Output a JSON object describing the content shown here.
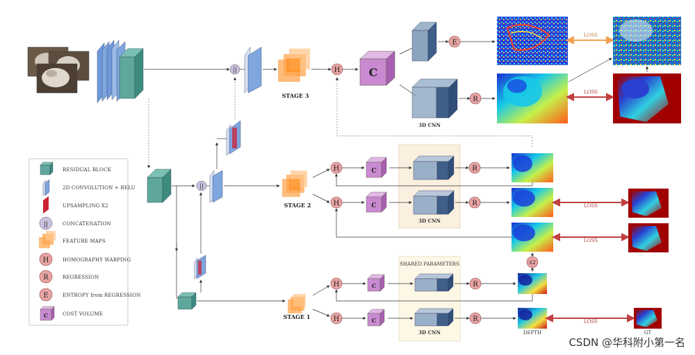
{
  "legend": {
    "residual_block": "RESIDUAL BLOCK",
    "conv2d_relu": "2D CONVOLUTION + RELU",
    "upsampling": "UPSAMPLING X2",
    "concatenation": "CONCATENATION",
    "feature_maps": "FEATURE MAPS",
    "homography": "HOMOGRAPHY WARPING",
    "regression": "REGRESSION",
    "entropy": "ENTROPY from REGRESSION",
    "cost_volume": "COST VOLUME"
  },
  "labels": {
    "stage3": "STAGE 3",
    "stage2": "STAGE 2",
    "stage1": "STAGE 1",
    "cnn3d_top": "3D CNN",
    "cnn3d_mid": "3D CNN",
    "cnn3d_bot": "3D CNN",
    "shared_parameters": "SHARED PARAMETERS",
    "loss": "LOSS",
    "x2": "x2",
    "depth": "DEPTH",
    "gt": "GT",
    "node_h": "H",
    "node_r": "R",
    "node_e": "E",
    "node_c": "C",
    "node_concat": "||"
  },
  "watermark": "CSDN @华科附小第一名",
  "colors": {
    "residual": "#5fa79d",
    "conv": "#7ea6df",
    "upsample": "#cc2233",
    "feature": "#ffa64d",
    "node": "#e8a3a3",
    "cost": "#c98ad1",
    "cnn": "#6b8cb0",
    "loss_arrow": "#c04040",
    "loss_arrow_top": "#f0a050",
    "panel_bg": "#fbf0e0",
    "shared_bg": "#fdf8e6"
  }
}
